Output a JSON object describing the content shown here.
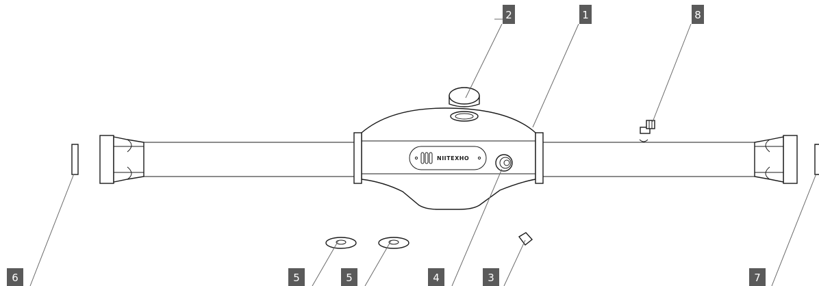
{
  "brand": {
    "text": "NIITEXHO"
  },
  "callouts": [
    {
      "id": "callout-2",
      "label": "2"
    },
    {
      "id": "callout-1",
      "label": "1"
    },
    {
      "id": "callout-8",
      "label": "8"
    },
    {
      "id": "callout-6",
      "label": "6"
    },
    {
      "id": "callout-5a",
      "label": "5"
    },
    {
      "id": "callout-5b",
      "label": "5"
    },
    {
      "id": "callout-4",
      "label": "4"
    },
    {
      "id": "callout-3",
      "label": "3"
    },
    {
      "id": "callout-7",
      "label": "7"
    }
  ]
}
